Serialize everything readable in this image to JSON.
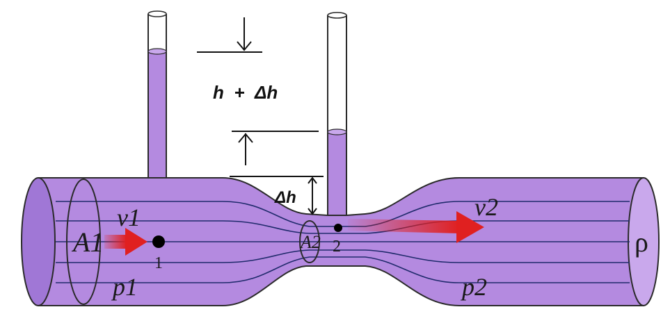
{
  "diagram": {
    "labels": {
      "A1": "A1",
      "v1": "v1",
      "p1": "p1",
      "point1": "1",
      "A2": "A2",
      "point2": "2",
      "v2": "v2",
      "p2": "p2",
      "rho": "ρ",
      "height_total": "h  +  Δh",
      "delta_h": "Δh"
    },
    "colors": {
      "fluid": "#b48ae0",
      "fluid_dark": "#a077d6",
      "outline": "#2a2a2a",
      "streamline": "#1f2a6b",
      "flow_arrow": "#e02020"
    }
  }
}
